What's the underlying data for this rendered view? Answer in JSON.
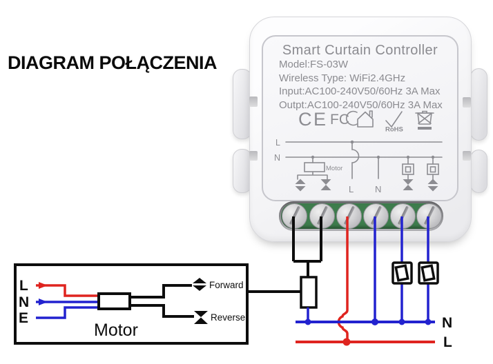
{
  "title": "DIAGRAM POŁĄCZENIA",
  "device": {
    "name": "Smart Curtain Controller",
    "specs": [
      "Model:FS-03W",
      "Wireless Type: WiFi2.4GHz",
      "Input:AC100-240V50/60Hz 3A Max",
      "Outpt:AC100-240V50/60Hz 3A Max"
    ],
    "marks": {
      "ce": "CE",
      "fcc": "FC",
      "rohs": "RoHS"
    },
    "print": {
      "live": "L",
      "neutral": "N",
      "motor": "Motor",
      "terminal_live": "L",
      "terminal_neutral": "N"
    }
  },
  "motor_unit": {
    "live": "L",
    "neutral": "N",
    "earth": "E",
    "label": "Motor",
    "forward": "Forward",
    "reverse": "Reverse"
  },
  "mains": {
    "neutral": "N",
    "live": "L"
  },
  "colors": {
    "live_wire": "#df241f",
    "neutral_wire": "#2222cf",
    "black_wire": "#0d0d0d",
    "terminal_green": "#3d7c4c"
  }
}
